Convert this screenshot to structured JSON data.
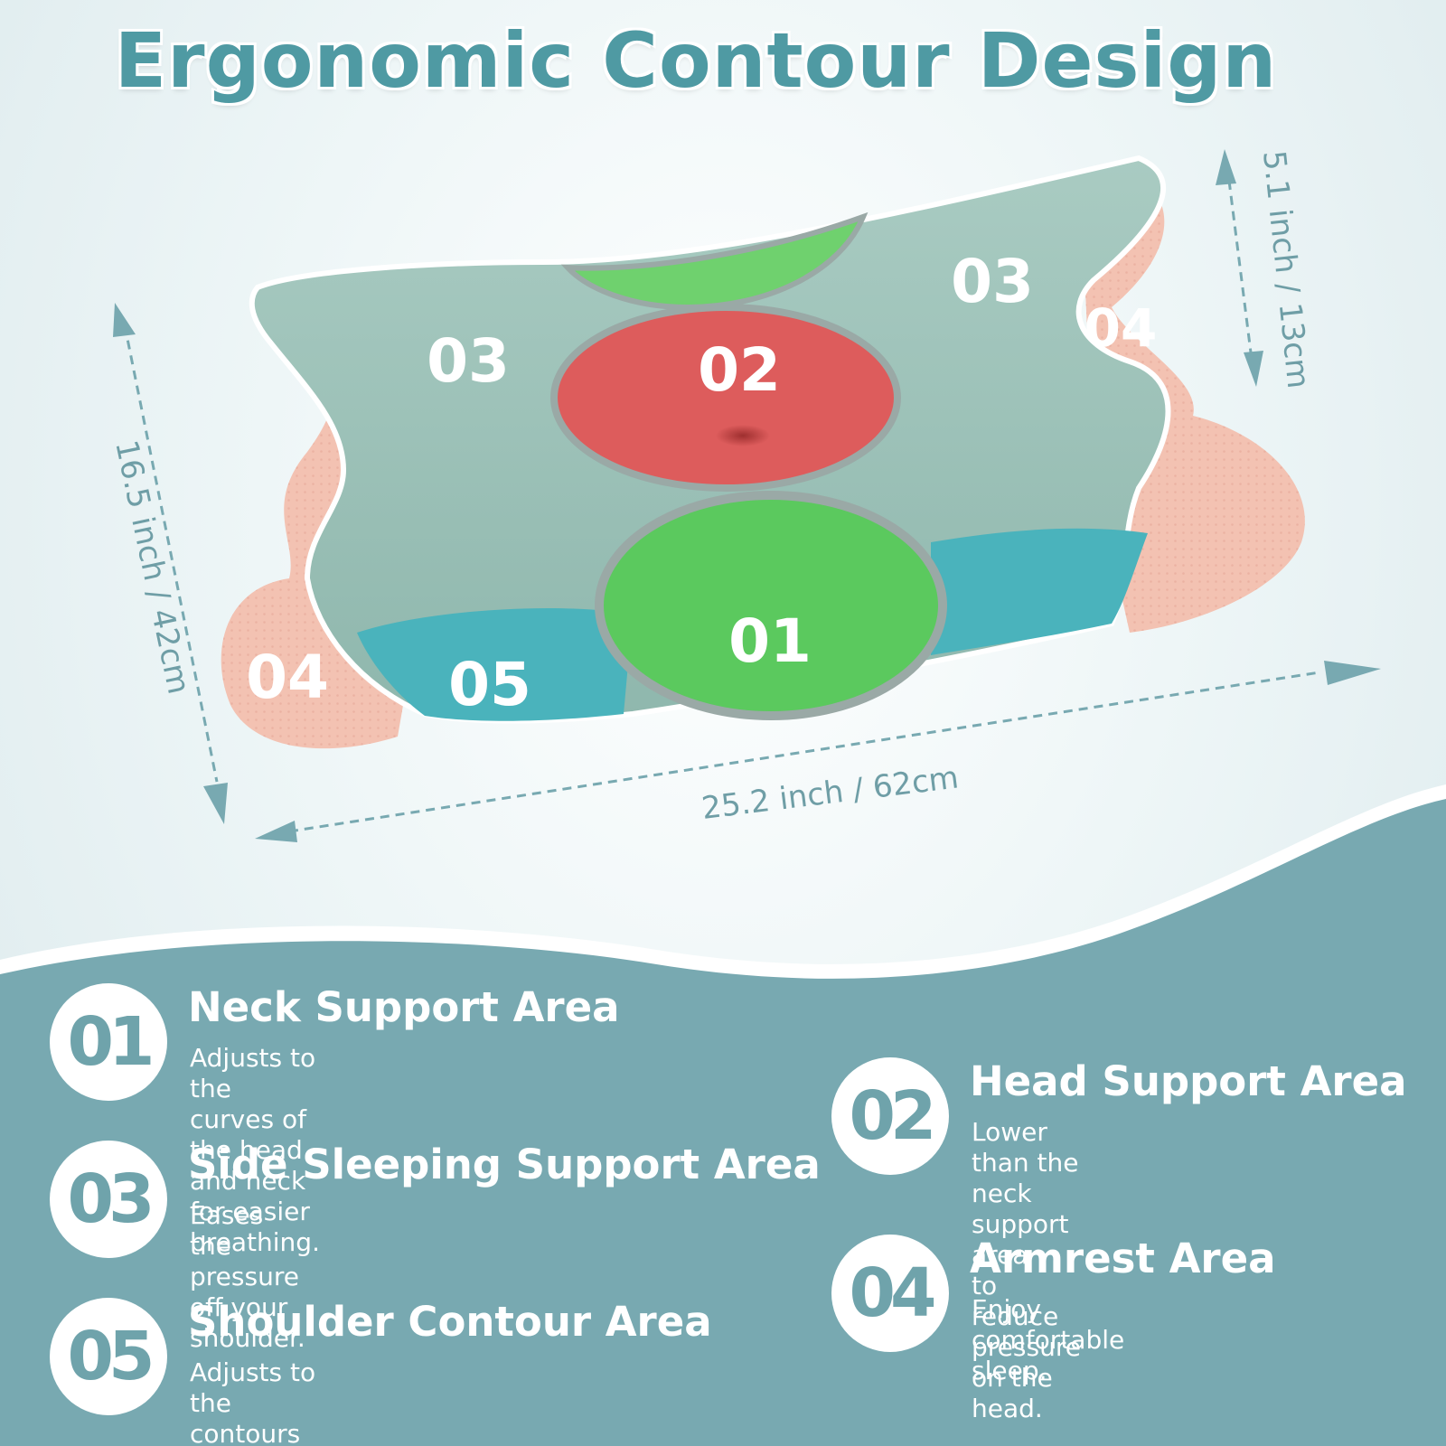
{
  "title": "Ergonomic Contour Design",
  "colors": {
    "teal": "#78a9b1",
    "accent_text": "#4f9aa3",
    "neck_zone": "#5bc95e",
    "head_zone": "#dd5c5c",
    "side_zone": "#98bfb4",
    "shoulder_zone": "#4ab3bc",
    "armrest_zone": "#f3c2b2"
  },
  "pillow": {
    "zones": [
      {
        "code": "01",
        "zone": "neck"
      },
      {
        "code": "02",
        "zone": "head"
      },
      {
        "code": "03",
        "zone": "side-left"
      },
      {
        "code": "03",
        "zone": "side-right"
      },
      {
        "code": "04",
        "zone": "armrest-left"
      },
      {
        "code": "04",
        "zone": "armrest-right"
      },
      {
        "code": "05",
        "zone": "shoulder"
      }
    ]
  },
  "dimensions": {
    "width": "25.2 inch / 62cm",
    "depth": "16.5 inch / 42cm",
    "height": "5.1 inch / 13cm"
  },
  "features": [
    {
      "num": "01",
      "title": "Neck Support Area",
      "lines": [
        "Adjusts to the curves of the head",
        "and neck for easier breathing."
      ]
    },
    {
      "num": "02",
      "title": "Head Support Area",
      "lines": [
        "Lower than the neck support area",
        "to reduce pressure on the head."
      ]
    },
    {
      "num": "03",
      "title": "Side Sleeping Support Area",
      "lines": [
        "Eases the pressure off your shoulder."
      ]
    },
    {
      "num": "04",
      "title": "Armrest Area",
      "lines": [
        "Enjoy comfortable sleep."
      ]
    },
    {
      "num": "05",
      "title": "Shoulder Contour Area",
      "lines": [
        "Adjusts to the contours of your shoulders."
      ]
    }
  ]
}
